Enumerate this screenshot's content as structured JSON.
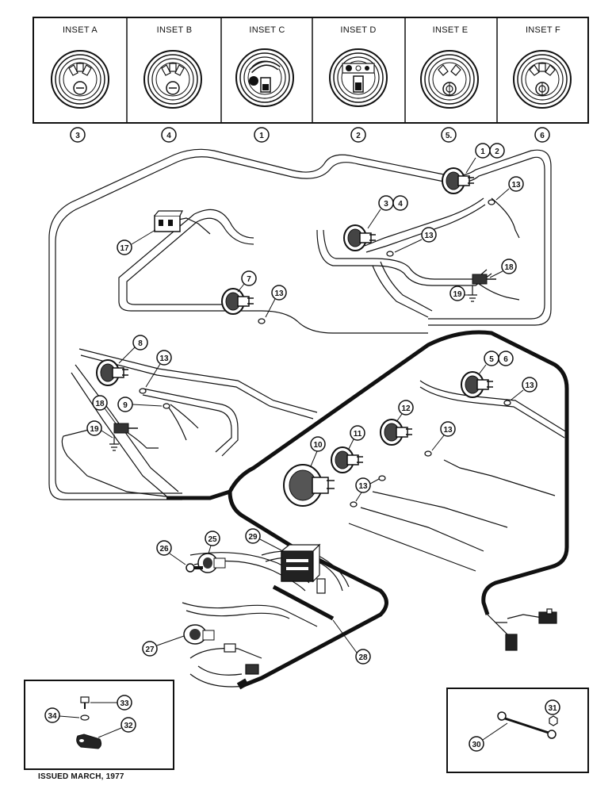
{
  "insets": [
    {
      "title": "INSET A",
      "callout": "3"
    },
    {
      "title": "INSET B",
      "callout": "4"
    },
    {
      "title": "INSET C",
      "callout": "1"
    },
    {
      "title": "INSET D",
      "callout": "2"
    },
    {
      "title": "INSET E",
      "callout": "5."
    },
    {
      "title": "INSET F",
      "callout": "6"
    }
  ],
  "callouts": {
    "c12a": "1",
    "c12b": "2",
    "c13_1": "13",
    "c34a": "3",
    "c34b": "4",
    "c13_2": "13",
    "c17": "17",
    "c18a": "18",
    "c19a": "19",
    "c7": "7",
    "c13_3": "13",
    "c8": "8",
    "c13_4": "13",
    "c9": "9",
    "c18b": "18",
    "c19b": "19",
    "c56a": "5",
    "c56b": "6",
    "c13_5": "13",
    "c12": "12",
    "c11": "11",
    "c10": "10",
    "c13_6": "13",
    "c13_7": "13",
    "c29": "29",
    "c26": "26",
    "c25": "25",
    "c27": "27",
    "c28": "28",
    "c33": "33",
    "c34": "34",
    "c32": "32",
    "c31": "31",
    "c30": "30"
  },
  "footer": "ISSUED MARCH, 1977"
}
